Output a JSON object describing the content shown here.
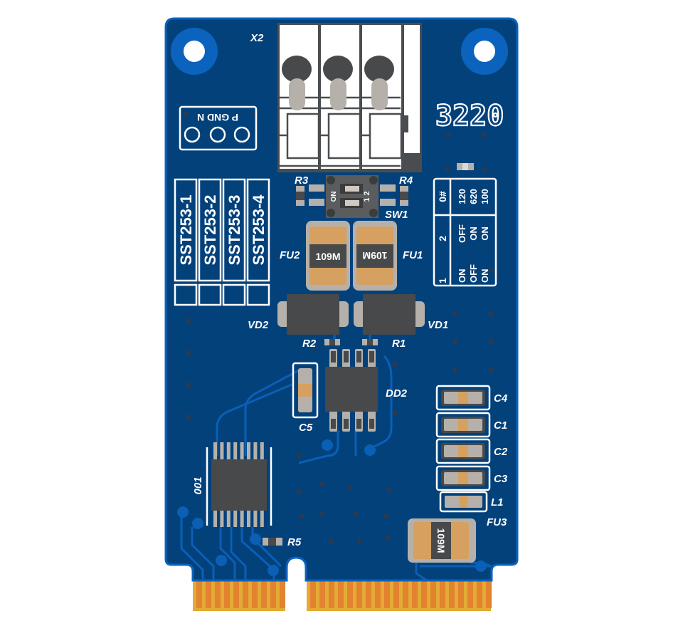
{
  "labels": {
    "x2": "X2",
    "r3": "R3",
    "r4": "R4",
    "sw1": "SW1",
    "fu1": "FU1",
    "fu2": "FU2",
    "fu3": "FU3",
    "vd1": "VD1",
    "vd2": "VD2",
    "r1": "R1",
    "r2": "R2",
    "dd2": "DD2",
    "c5": "C5",
    "c4": "C4",
    "c1": "C1",
    "c2": "C2",
    "c3": "C3",
    "l1": "L1",
    "r5": "R5",
    "u1": "001"
  },
  "board_code": "3220",
  "terminal_pins_label": "P GND N",
  "sensors": [
    "SST253-1",
    "SST253-2",
    "SST253-3",
    "SST253-4"
  ],
  "switch": {
    "on_label": "ON",
    "positions": "1 2"
  },
  "fuse_marking": "109M",
  "config_table": {
    "columns": [
      {
        "header": "0#",
        "values": [
          "120",
          "620",
          "100"
        ]
      },
      {
        "header": "2",
        "values": [
          "OFF",
          "ON",
          "ON"
        ]
      },
      {
        "header": "1",
        "values": [
          "ON",
          "OFF",
          "ON"
        ]
      }
    ]
  },
  "colors": {
    "board": "#03417b",
    "board_edge": "#0b63bd",
    "trace": "#0b5fb5",
    "gold": "#e3ab35",
    "pad": "#e3822f",
    "component": "#47494b",
    "pad_gray": "#b5b1aa",
    "fuse_body": "#d5a060"
  }
}
